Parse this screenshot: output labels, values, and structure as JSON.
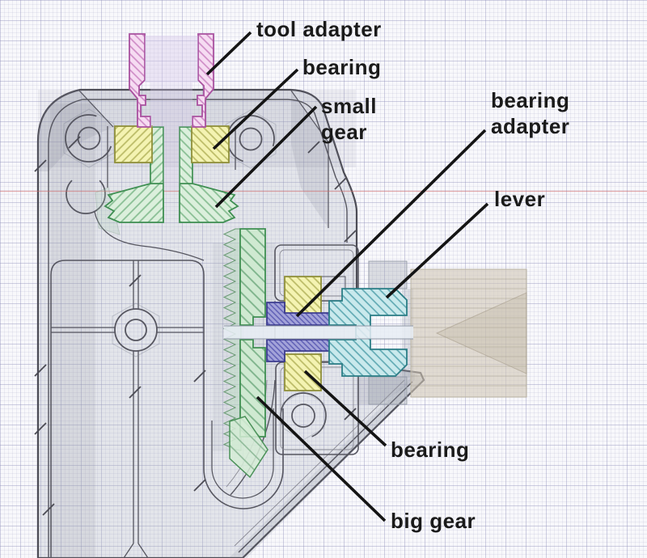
{
  "diagram": {
    "title": "gearbox cross-section with part callouts",
    "labels": [
      {
        "id": "tool-adapter",
        "lines": [
          "tool adapter"
        ]
      },
      {
        "id": "bearing-top",
        "lines": [
          "bearing"
        ]
      },
      {
        "id": "small-gear",
        "lines": [
          "small",
          "gear"
        ]
      },
      {
        "id": "bearing-adapter",
        "lines": [
          "bearing",
          "adapter"
        ]
      },
      {
        "id": "lever",
        "lines": [
          "lever"
        ]
      },
      {
        "id": "bearing-bottom",
        "lines": [
          "bearing"
        ]
      },
      {
        "id": "big-gear",
        "lines": [
          "big gear"
        ]
      }
    ],
    "parts": [
      {
        "name": "tool adapter",
        "color": "#f6dcf2",
        "outline": "#a9519f"
      },
      {
        "name": "bearing",
        "color": "#f4f3b2",
        "outline": "#8f8f3a"
      },
      {
        "name": "small gear",
        "color": "#dbefdc",
        "outline": "#3f8f52"
      },
      {
        "name": "big gear",
        "color": "#cfe9d1",
        "outline": "#3f8f52"
      },
      {
        "name": "bearing adapter",
        "color": "#a3a3d9",
        "outline": "#3c3c8e"
      },
      {
        "name": "lever",
        "color": "#c9e9ec",
        "outline": "#2b7d85"
      }
    ],
    "colors": {
      "paper": "#f8f8fb",
      "grid_major": "#c9c9dd",
      "grid_minor": "#e4e4ef",
      "centerline": "#cf6a6a",
      "housing_fill": "rgba(168,172,184,0.26)",
      "housing_line": "#4c4c55",
      "pink_fill": "#f6dcf2",
      "yellow_fill": "#f4f3b2",
      "green_fill": "#dbefdc",
      "biggear_fill": "#cfe9d1",
      "purple_fill": "#a3a3d9",
      "cyan_fill": "#c9e9ec",
      "handle_fill": "rgba(208,199,181,0.6)",
      "leader_color": "#141414",
      "label_color": "#1a1a1a"
    }
  }
}
